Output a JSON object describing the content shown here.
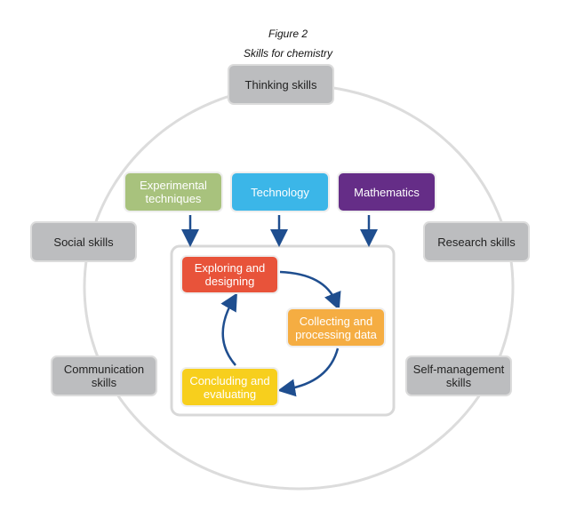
{
  "figure": {
    "label": "Figure 2",
    "title": "Skills for chemistry"
  },
  "outer_skills": [
    {
      "label": "Thinking skills"
    },
    {
      "label": "Social skills"
    },
    {
      "label": "Research skills"
    },
    {
      "label": "Communication skills"
    },
    {
      "label": "Self-management skills"
    }
  ],
  "inputs": [
    {
      "label": "Experimental techniques",
      "color": "#a8c27d"
    },
    {
      "label": "Technology",
      "color": "#3bb6e8"
    },
    {
      "label": "Mathematics",
      "color": "#652d87"
    }
  ],
  "cycle": [
    {
      "label": "Exploring and designing",
      "color": "#e8533a"
    },
    {
      "label": "Collecting and processing data",
      "color": "#f5ad42"
    },
    {
      "label": "Concluding and evaluating",
      "color": "#f7cf1d"
    }
  ],
  "colors": {
    "arrow": "#1f4e8f",
    "ring": "#dcdcdc"
  }
}
